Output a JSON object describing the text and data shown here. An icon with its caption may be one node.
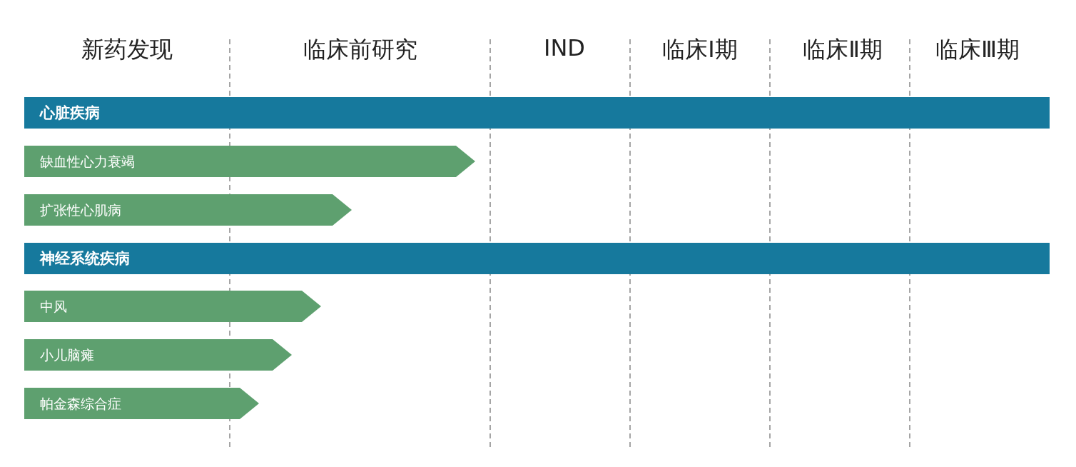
{
  "diagram": {
    "nodes": [
      {
        "text": [
          "心脏疾病"
        ]
      },
      {
        "text": [
          "缺血性心力衰竭"
        ]
      },
      {
        "text": [
          "扩张性心肌病"
        ]
      },
      {
        "text": [
          "神经系统疾病"
        ]
      },
      {
        "text": [
          "中风"
        ]
      },
      {
        "text": [
          "小儿脑瘫"
        ]
      },
      {
        "text": [
          "帕金森综合症"
        ]
      }
    ],
    "labels": [
      "新药发现",
      "临床前研究",
      "IND",
      "临床Ⅰ期",
      "临床Ⅱ期",
      "临床Ⅲ期"
    ]
  }
}
